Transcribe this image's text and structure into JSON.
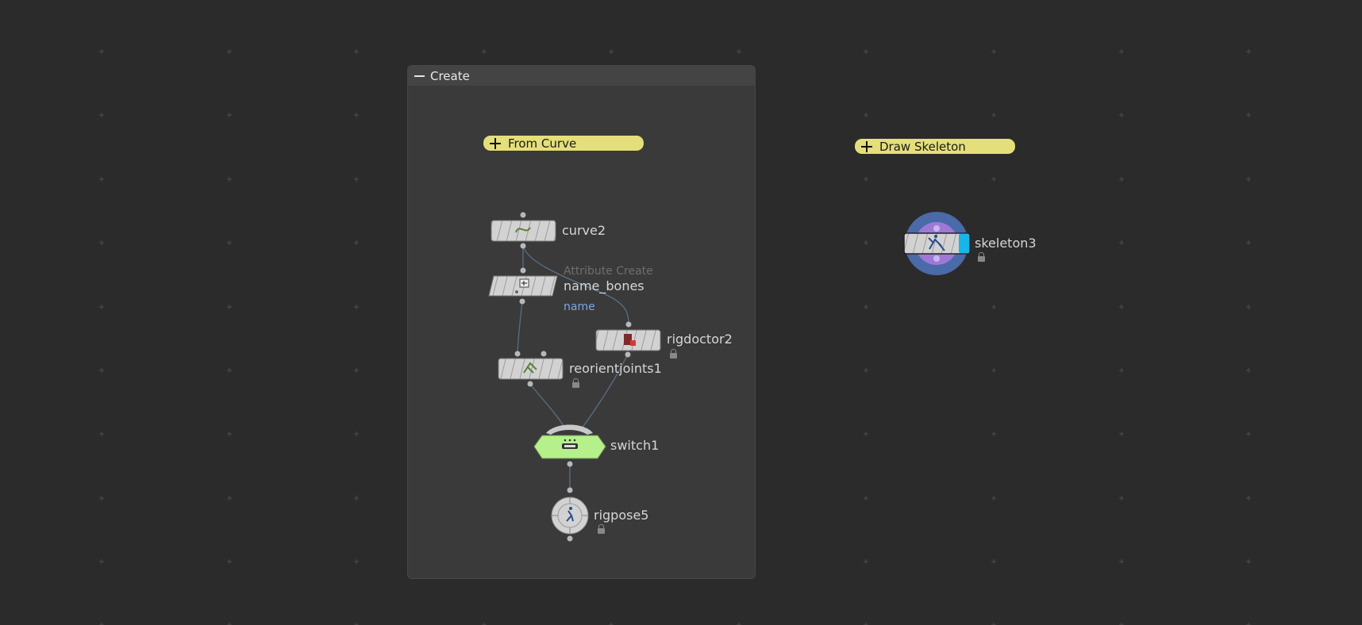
{
  "network_box": {
    "title": "Create"
  },
  "sticky_notes": {
    "from_curve": "From Curve",
    "draw_skeleton": "Draw Skeleton"
  },
  "nodes": {
    "curve2": {
      "name": "curve2",
      "icon": "curve-icon"
    },
    "name_bones": {
      "name": "name_bones",
      "type_label": "Attribute Create",
      "flag_label": "name",
      "icon": "attribute-create-icon"
    },
    "rigdoctor2": {
      "name": "rigdoctor2",
      "icon": "rig-doctor-icon"
    },
    "reorientjoints1": {
      "name": "reorientjoints1",
      "icon": "reorient-joints-icon"
    },
    "switch1": {
      "name": "switch1",
      "icon": "switch-icon"
    },
    "rigpose5": {
      "name": "rigpose5",
      "icon": "rig-pose-icon"
    },
    "skeleton3": {
      "name": "skeleton3",
      "icon": "skeleton-icon"
    }
  },
  "colors": {
    "background": "#2b2b2b",
    "network_box": "#3a3a3a",
    "sticky_note": "#e4df7a",
    "node_body": "#d2d2d2",
    "switch_node": "#b5f08a",
    "display_flag": "#19b4e8",
    "skeleton_ring_outer": "#4a6aa8",
    "skeleton_ring_inner": "#9d79d6",
    "wire": "#5a6e85",
    "flag_text": "#7aa7e8"
  }
}
